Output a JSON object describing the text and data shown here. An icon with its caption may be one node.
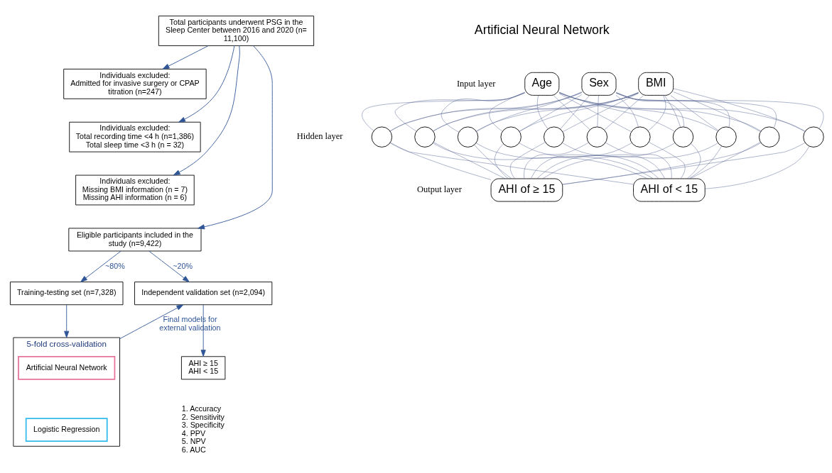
{
  "diagram": {
    "nodes": [
      {
        "text": [
          "Total participants underwent PSG in the Sleep Center between 2016 and 2020 (n= 11,100)"
        ]
      },
      {
        "text": [
          "Individuals excluded:",
          "Admitted for invasive surgery or CPAP titration (n=247)"
        ]
      },
      {
        "text": [
          "Individuals excluded:",
          "Total recording time <4 h (n=1,386)",
          "Total sleep time <3 h (n = 32)"
        ]
      },
      {
        "text": [
          "Individuals excluded:",
          "Missing BMI information (n = 7)",
          "Missing AHI information (n = 6)"
        ]
      },
      {
        "text": [
          "Eligible participants included in the study (n=9,422)"
        ]
      },
      {
        "text": [
          "Training-testing set (n=7,328)"
        ]
      },
      {
        "text": [
          "Independent validation set (n=2,094)"
        ]
      },
      {
        "text": [
          "AHI ≥ 15",
          "AHI < 15"
        ],
        "beside": [
          "1. Accuracy",
          "2. Sensitivity",
          "3. Specificity",
          "4. PPV",
          "5. NPV",
          "6. AUC"
        ]
      },
      {
        "text": [
          "5-fold cross-validation"
        ]
      },
      {
        "text": [
          "Artificial Neural Network"
        ],
        "in": 8
      },
      {
        "text": [
          "Logistic Regression"
        ],
        "in": 8
      },
      {
        "text": [
          "Age"
        ]
      },
      {
        "text": [
          "Sex"
        ]
      },
      {
        "text": [
          "BMI"
        ]
      },
      {
        "text": [],
        "shape": "circle"
      },
      {
        "text": [],
        "shape": "circle"
      },
      {
        "text": [],
        "shape": "circle"
      },
      {
        "text": [],
        "shape": "circle"
      },
      {
        "text": [],
        "shape": "circle"
      },
      {
        "text": [],
        "shape": "circle"
      },
      {
        "text": [],
        "shape": "circle"
      },
      {
        "text": [],
        "shape": "circle"
      },
      {
        "text": [],
        "shape": "circle"
      },
      {
        "text": [],
        "shape": "circle"
      },
      {
        "text": [],
        "shape": "circle"
      },
      {
        "text": [
          "AHI of ≥ 15"
        ]
      },
      {
        "text": [
          "AHI of < 15"
        ]
      }
    ],
    "edges": [
      {
        "from": 0,
        "to": 1,
        "arrow": "to"
      },
      {
        "from": 0,
        "to": 2,
        "arrow": "to"
      },
      {
        "from": 0,
        "to": 3,
        "arrow": "to"
      },
      {
        "from": 0,
        "to": 4,
        "arrow": "to"
      },
      {
        "from": 4,
        "to": 5,
        "arrow": "to",
        "label": "~80%"
      },
      {
        "from": 4,
        "to": 6,
        "arrow": "to",
        "label": "~20%"
      },
      {
        "from": 6,
        "to": 7,
        "arrow": "to"
      },
      {
        "from": 5,
        "to": 8,
        "arrow": "to"
      },
      {
        "from": 8,
        "to": 6,
        "arrow": "to",
        "label": "Final models for external validation"
      },
      {
        "from": 11,
        "to": 14,
        "arrow": "none"
      },
      {
        "from": 11,
        "to": 15,
        "arrow": "none"
      },
      {
        "from": 11,
        "to": 16,
        "arrow": "none"
      },
      {
        "from": 11,
        "to": 17,
        "arrow": "none"
      },
      {
        "from": 11,
        "to": 18,
        "arrow": "none"
      },
      {
        "from": 11,
        "to": 19,
        "arrow": "none"
      },
      {
        "from": 11,
        "to": 20,
        "arrow": "none"
      },
      {
        "from": 11,
        "to": 21,
        "arrow": "none"
      },
      {
        "from": 11,
        "to": 22,
        "arrow": "none"
      },
      {
        "from": 11,
        "to": 23,
        "arrow": "none"
      },
      {
        "from": 11,
        "to": 24,
        "arrow": "none"
      },
      {
        "from": 12,
        "to": 14,
        "arrow": "none"
      },
      {
        "from": 12,
        "to": 15,
        "arrow": "none"
      },
      {
        "from": 12,
        "to": 16,
        "arrow": "none"
      },
      {
        "from": 12,
        "to": 17,
        "arrow": "none"
      },
      {
        "from": 12,
        "to": 18,
        "arrow": "none"
      },
      {
        "from": 12,
        "to": 19,
        "arrow": "none"
      },
      {
        "from": 12,
        "to": 20,
        "arrow": "none"
      },
      {
        "from": 12,
        "to": 21,
        "arrow": "none"
      },
      {
        "from": 12,
        "to": 22,
        "arrow": "none"
      },
      {
        "from": 12,
        "to": 23,
        "arrow": "none"
      },
      {
        "from": 12,
        "to": 24,
        "arrow": "none"
      },
      {
        "from": 13,
        "to": 14,
        "arrow": "none"
      },
      {
        "from": 13,
        "to": 15,
        "arrow": "none"
      },
      {
        "from": 13,
        "to": 16,
        "arrow": "none"
      },
      {
        "from": 13,
        "to": 17,
        "arrow": "none"
      },
      {
        "from": 13,
        "to": 18,
        "arrow": "none"
      },
      {
        "from": 13,
        "to": 19,
        "arrow": "none"
      },
      {
        "from": 13,
        "to": 20,
        "arrow": "none"
      },
      {
        "from": 13,
        "to": 21,
        "arrow": "none"
      },
      {
        "from": 13,
        "to": 22,
        "arrow": "none"
      },
      {
        "from": 13,
        "to": 23,
        "arrow": "none"
      },
      {
        "from": 13,
        "to": 24,
        "arrow": "none"
      },
      {
        "from": 14,
        "to": 25,
        "arrow": "none"
      },
      {
        "from": 15,
        "to": 25,
        "arrow": "none"
      },
      {
        "from": 16,
        "to": 25,
        "arrow": "none"
      },
      {
        "from": 17,
        "to": 25,
        "arrow": "none"
      },
      {
        "from": 18,
        "to": 25,
        "arrow": "none"
      },
      {
        "from": 19,
        "to": 25,
        "arrow": "none"
      },
      {
        "from": 20,
        "to": 25,
        "arrow": "none"
      },
      {
        "from": 21,
        "to": 25,
        "arrow": "none"
      },
      {
        "from": 22,
        "to": 25,
        "arrow": "none"
      },
      {
        "from": 23,
        "to": 25,
        "arrow": "none"
      },
      {
        "from": 24,
        "to": 25,
        "arrow": "none"
      },
      {
        "from": 14,
        "to": 26,
        "arrow": "none"
      },
      {
        "from": 15,
        "to": 26,
        "arrow": "none"
      },
      {
        "from": 16,
        "to": 26,
        "arrow": "none"
      },
      {
        "from": 17,
        "to": 26,
        "arrow": "none"
      },
      {
        "from": 18,
        "to": 26,
        "arrow": "none"
      },
      {
        "from": 19,
        "to": 26,
        "arrow": "none"
      },
      {
        "from": 20,
        "to": 26,
        "arrow": "none"
      },
      {
        "from": 21,
        "to": 26,
        "arrow": "none"
      },
      {
        "from": 22,
        "to": 26,
        "arrow": "none"
      },
      {
        "from": 23,
        "to": 26,
        "arrow": "none"
      },
      {
        "from": 24,
        "to": 26,
        "arrow": "none"
      }
    ],
    "labels": [
      "Artificial Neural Network",
      "Input layer",
      "Hidden layer",
      "Output layer"
    ]
  }
}
